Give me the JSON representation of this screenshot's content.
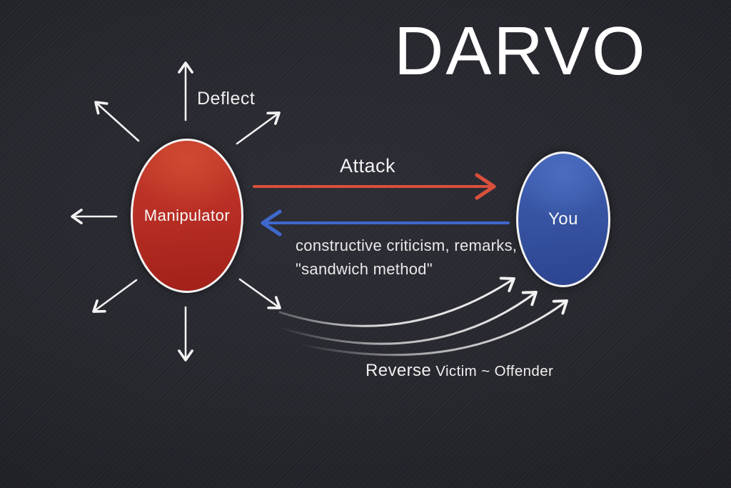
{
  "title": "DARVO",
  "nodes": {
    "manipulator": {
      "label": "Manipulator",
      "fill_top": "#c43c2c",
      "fill_bottom": "#a02019",
      "border": "#f3f3f3"
    },
    "you": {
      "label": "You",
      "fill_top": "#4161b4",
      "fill_bottom": "#2c4490",
      "border": "#f3f3f3"
    }
  },
  "annotations": {
    "deflect": "Deflect",
    "attack": "Attack",
    "response_line1": "constructive criticism, remarks,",
    "response_line2": "\"sandwich method\"",
    "reverse_word": "Reverse",
    "reverse_rest": " Victim ~ Offender"
  },
  "colors": {
    "background": "#20202a",
    "attack_arrow": "#d8503c",
    "response_arrow": "#3e68cc",
    "white_arrow": "#f2f2f2"
  }
}
